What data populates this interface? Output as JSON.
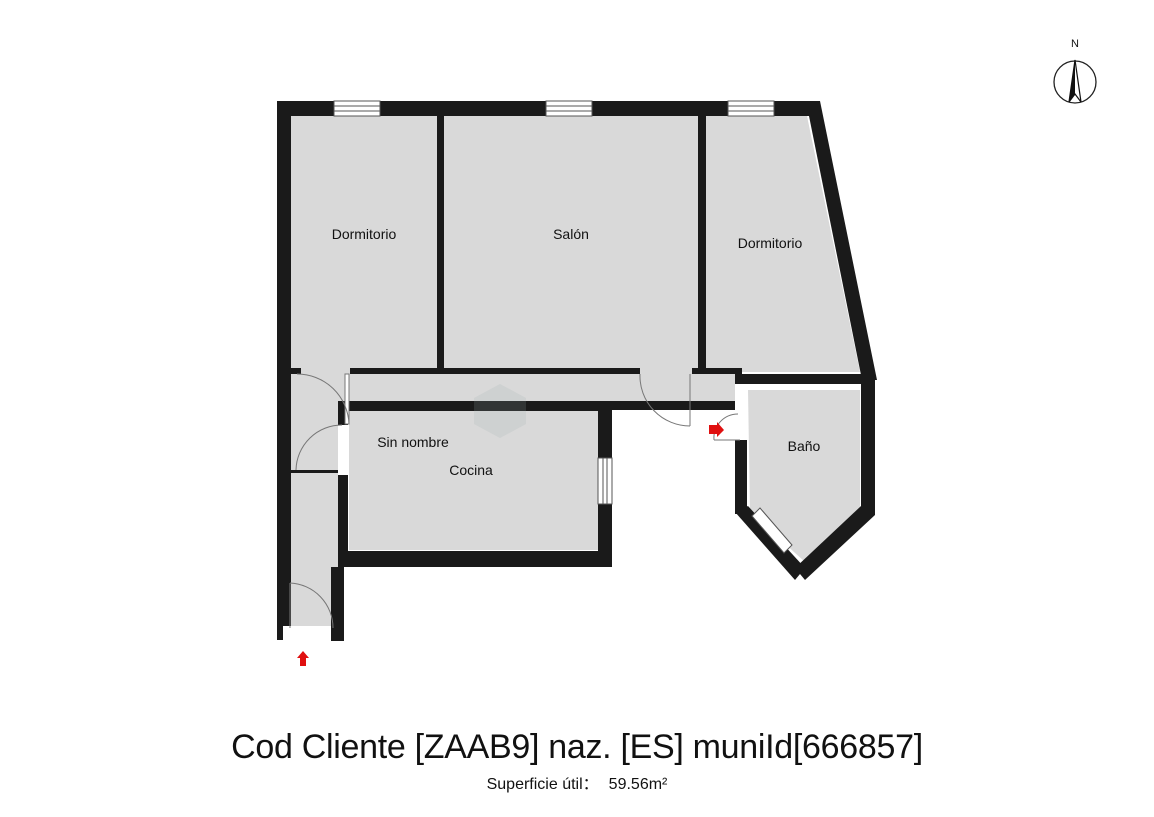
{
  "compass": {
    "north_label": "N",
    "icon": "north-arrow-icon"
  },
  "rooms": {
    "bedroom_left": "Dormitorio",
    "living_room": "Salón",
    "bedroom_right": "Dormitorio",
    "unnamed": "Sin nombre",
    "kitchen": "Cocina",
    "bathroom": "Baño"
  },
  "caption": {
    "title": "Cod Cliente [ZAAB9] naz. [ES] muniId[666857]",
    "area_label": "Superficie útil：",
    "area_value": "59.56m²"
  },
  "colors": {
    "wall": "#1a1a1a",
    "floor": "#d9d9d9",
    "entrance_arrow": "#e01010",
    "background": "#ffffff"
  }
}
